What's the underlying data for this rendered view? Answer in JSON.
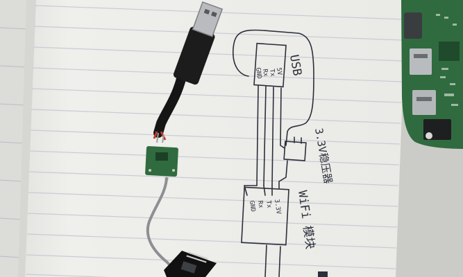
{
  "photo": {
    "subject": "hand-drawn wiring sketch on lined notebook paper beside a USB-UART module and a circuit board"
  },
  "sketch": {
    "usb_label": "USB",
    "usb_pins": [
      "5V",
      "Tx",
      "Rx",
      "GND"
    ],
    "regulator_label": "3.3V稳压器",
    "wifi_label": "WiFi 模块",
    "wifi_pins": [
      "3.3V",
      "Tx",
      "Rx",
      "GND"
    ]
  },
  "colors": {
    "paper": "#eeeeea",
    "ruled_line": "#c9cbd6",
    "ink": "#2a2f3a",
    "pcb_green": "#2f6b3e",
    "cable_black": "#151515",
    "wire_grey": "#8e8f92",
    "wire_red": "#c43a2a"
  }
}
